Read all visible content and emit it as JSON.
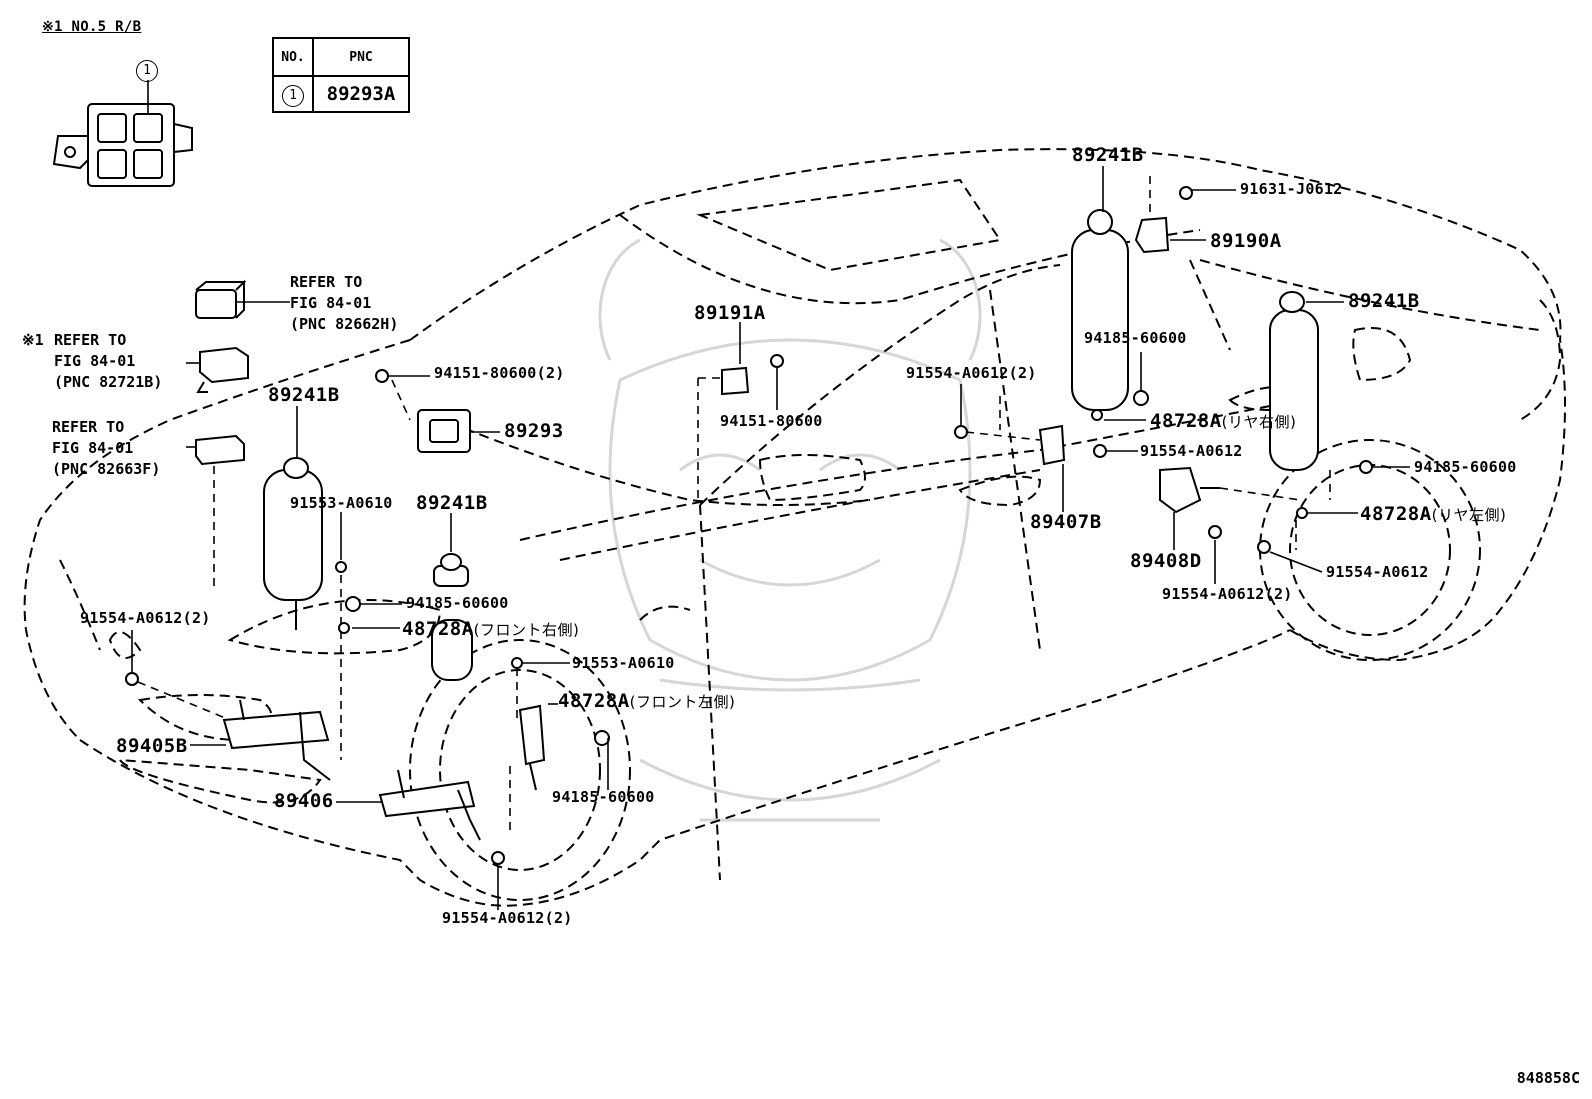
{
  "header": {
    "rb_note": "※1 NO.5 R/B",
    "rb_callout": "1"
  },
  "pnc_table": {
    "col_no": "NO.",
    "col_pnc": "PNC",
    "rows": [
      {
        "no": "1",
        "pnc": "89293A"
      }
    ]
  },
  "callouts": {
    "ref_82662h": "REFER TO\nFIG 84-01\n(PNC 82662H)",
    "ref_82721b_mark": "※1",
    "ref_82721b": "REFER TO\nFIG 84-01\n(PNC 82721B)",
    "ref_82663f": "REFER TO\nFIG 84-01\n(PNC 82663F)",
    "p89241b_rear_top": "89241B",
    "p91631_j0612": "91631-J0612",
    "p89190a": "89190A",
    "p89241b_rear_right": "89241B",
    "p94185_rear_upper": "94185-60600",
    "p89191a": "89191A",
    "p94151_80600_2": "94151-80600(2)",
    "p94151_80600": "94151-80600",
    "p89293": "89293",
    "p89241b_front_left": "89241B",
    "p89241b_front_mid": "89241B",
    "p91553_a0610_upper": "91553-A0610",
    "p91554_a0612_2_mid": "91554-A0612(2)",
    "p48728a_rear_right": "48728A",
    "p48728a_rear_right_jp": "(リヤ右側)",
    "p91554_a0612_mid": "91554-A0612",
    "p94185_rear_lower": "94185-60600",
    "p48728a_rear_left": "48728A",
    "p48728a_rear_left_jp": "(リヤ左側)",
    "p89407b": "89407B",
    "p89408d": "89408D",
    "p91554_a0612_right": "91554-A0612",
    "p91554_a0612_2_rear": "91554-A0612(2)",
    "p94185_front_upper": "94185-60600",
    "p48728a_front_right": "48728A",
    "p48728a_front_right_jp": "(フロント右側)",
    "p91554_a0612_2_front_left": "91554-A0612(2)",
    "p91553_a0610_lower": "91553-A0610",
    "p48728a_front_left": "48728A",
    "p48728a_front_left_jp": "(フロント左側)",
    "p89405b": "89405B",
    "p89406": "89406",
    "p94185_front_lower": "94185-60600",
    "p91554_a0612_2_bottom": "91554-A0612(2)"
  },
  "figure_code": "848858C"
}
